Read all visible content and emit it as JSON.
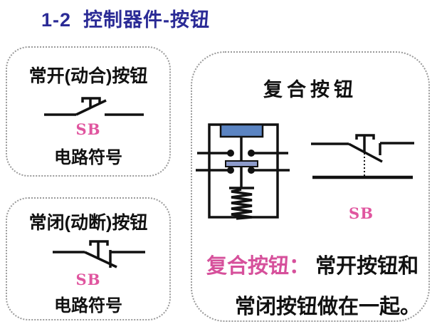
{
  "slide": {
    "title": "1-2  控制器件-按钮",
    "no_box": {
      "heading": "常开(动合)按钮",
      "symbol_label": "SB",
      "caption": "电路符号"
    },
    "nc_box": {
      "heading": "常闭(动断)按钮",
      "symbol_label": "SB",
      "caption": "电路符号"
    },
    "compound_box": {
      "heading": "复合按钮",
      "symbol_label": "SB",
      "definition_term": "复合按钮：",
      "definition_rest": " 常开按钮和",
      "definition_line2": "常闭按钮做在一起。"
    },
    "colors": {
      "title_blue": "#2b2b96",
      "accent_pink": "#e0559f",
      "definition_pink": "#d6509b",
      "text_black": "#111111",
      "button_cap_blue": "#5b84c2",
      "contact_bridge_blue": "#8d9bcb",
      "border_gray": "#9a9a9a"
    }
  }
}
